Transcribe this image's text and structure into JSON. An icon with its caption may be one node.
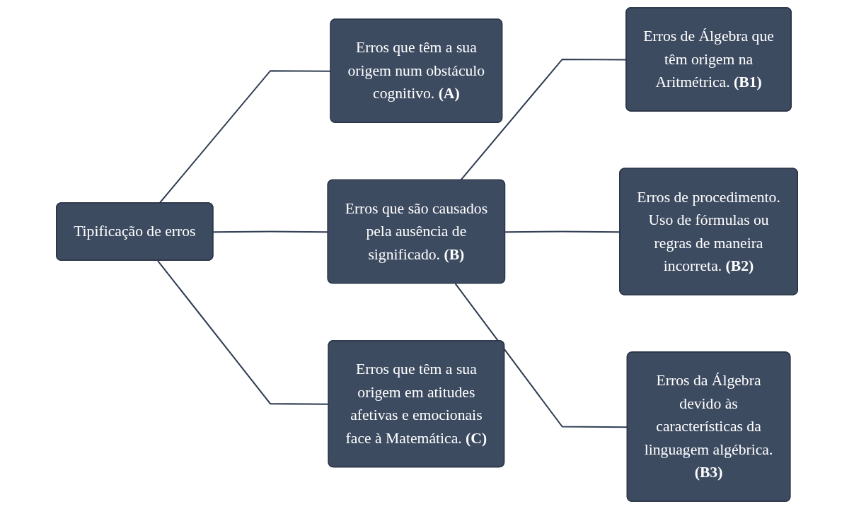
{
  "diagram": {
    "nodes": [
      {
        "text": [
          "Tipificação de erros"
        ]
      },
      {
        "text": [
          "Erros que têm a sua origem num obstáculo cognitivo. **(A)**"
        ]
      },
      {
        "text": [
          "Erros que são causados pela ausência de significado. **(B)**"
        ]
      },
      {
        "text": [
          "Erros que têm a sua origem em atitudes afetivas e emocionais face à Matemática. **(C)**"
        ]
      },
      {
        "text": [
          "Erros de Álgebra que têm origem na Aritmétrica. **(B1)**"
        ]
      },
      {
        "text": [
          "Erros de procedimento. Uso de fórmulas ou regras de maneira incorreta. **(B2)**"
        ]
      },
      {
        "text": [
          "Erros da Álgebra devido às características da linguagem algébrica. **(B3)**"
        ]
      }
    ],
    "edges": [
      {
        "from": 0,
        "to": 1,
        "arrow": "none"
      },
      {
        "from": 0,
        "to": 2,
        "arrow": "none"
      },
      {
        "from": 0,
        "to": 3,
        "arrow": "none"
      },
      {
        "from": 2,
        "to": 4,
        "arrow": "none"
      },
      {
        "from": 2,
        "to": 5,
        "arrow": "none"
      },
      {
        "from": 2,
        "to": 6,
        "arrow": "none"
      }
    ]
  }
}
